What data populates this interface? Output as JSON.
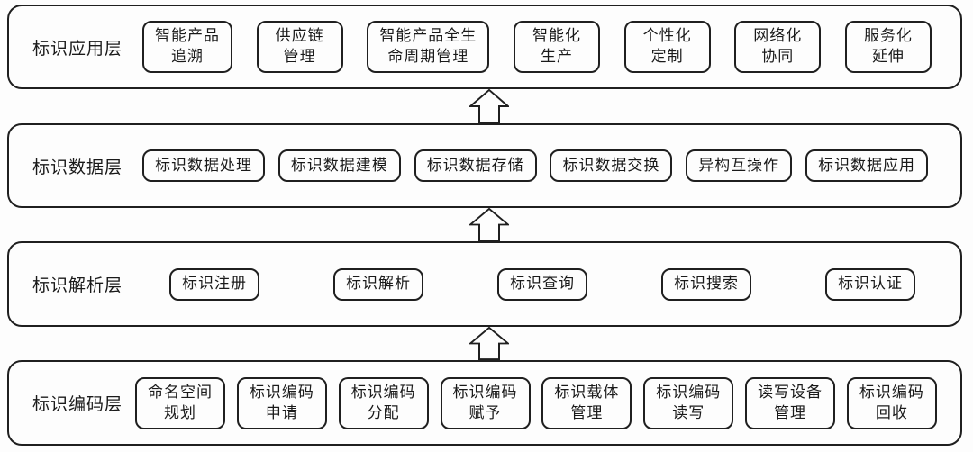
{
  "diagram": {
    "title": "industrial-internet-identifier-architecture",
    "border_color": "#1f1f1f",
    "background_color": "#fdfdfd",
    "arrow_icon": "up-block-arrow",
    "layers": [
      {
        "label": "标识应用层",
        "boxes": [
          "智能产品\n追溯",
          "供应链\n管理",
          "智能产品全生\n命周期管理",
          "智能化\n生产",
          "个性化\n定制",
          "网络化\n协同",
          "服务化\n延伸"
        ]
      },
      {
        "label": "标识数据层",
        "boxes": [
          "标识数据处理",
          "标识数据建模",
          "标识数据存储",
          "标识数据交换",
          "异构互操作",
          "标识数据应用"
        ]
      },
      {
        "label": "标识解析层",
        "boxes": [
          "标识注册",
          "标识解析",
          "标识查询",
          "标识搜索",
          "标识认证"
        ]
      },
      {
        "label": "标识编码层",
        "boxes": [
          "命名空间\n规划",
          "标识编码\n申请",
          "标识编码\n分配",
          "标识编码\n赋予",
          "标识载体\n管理",
          "标识编码\n读写",
          "读写设备\n管理",
          "标识编码\n回收"
        ]
      }
    ]
  }
}
